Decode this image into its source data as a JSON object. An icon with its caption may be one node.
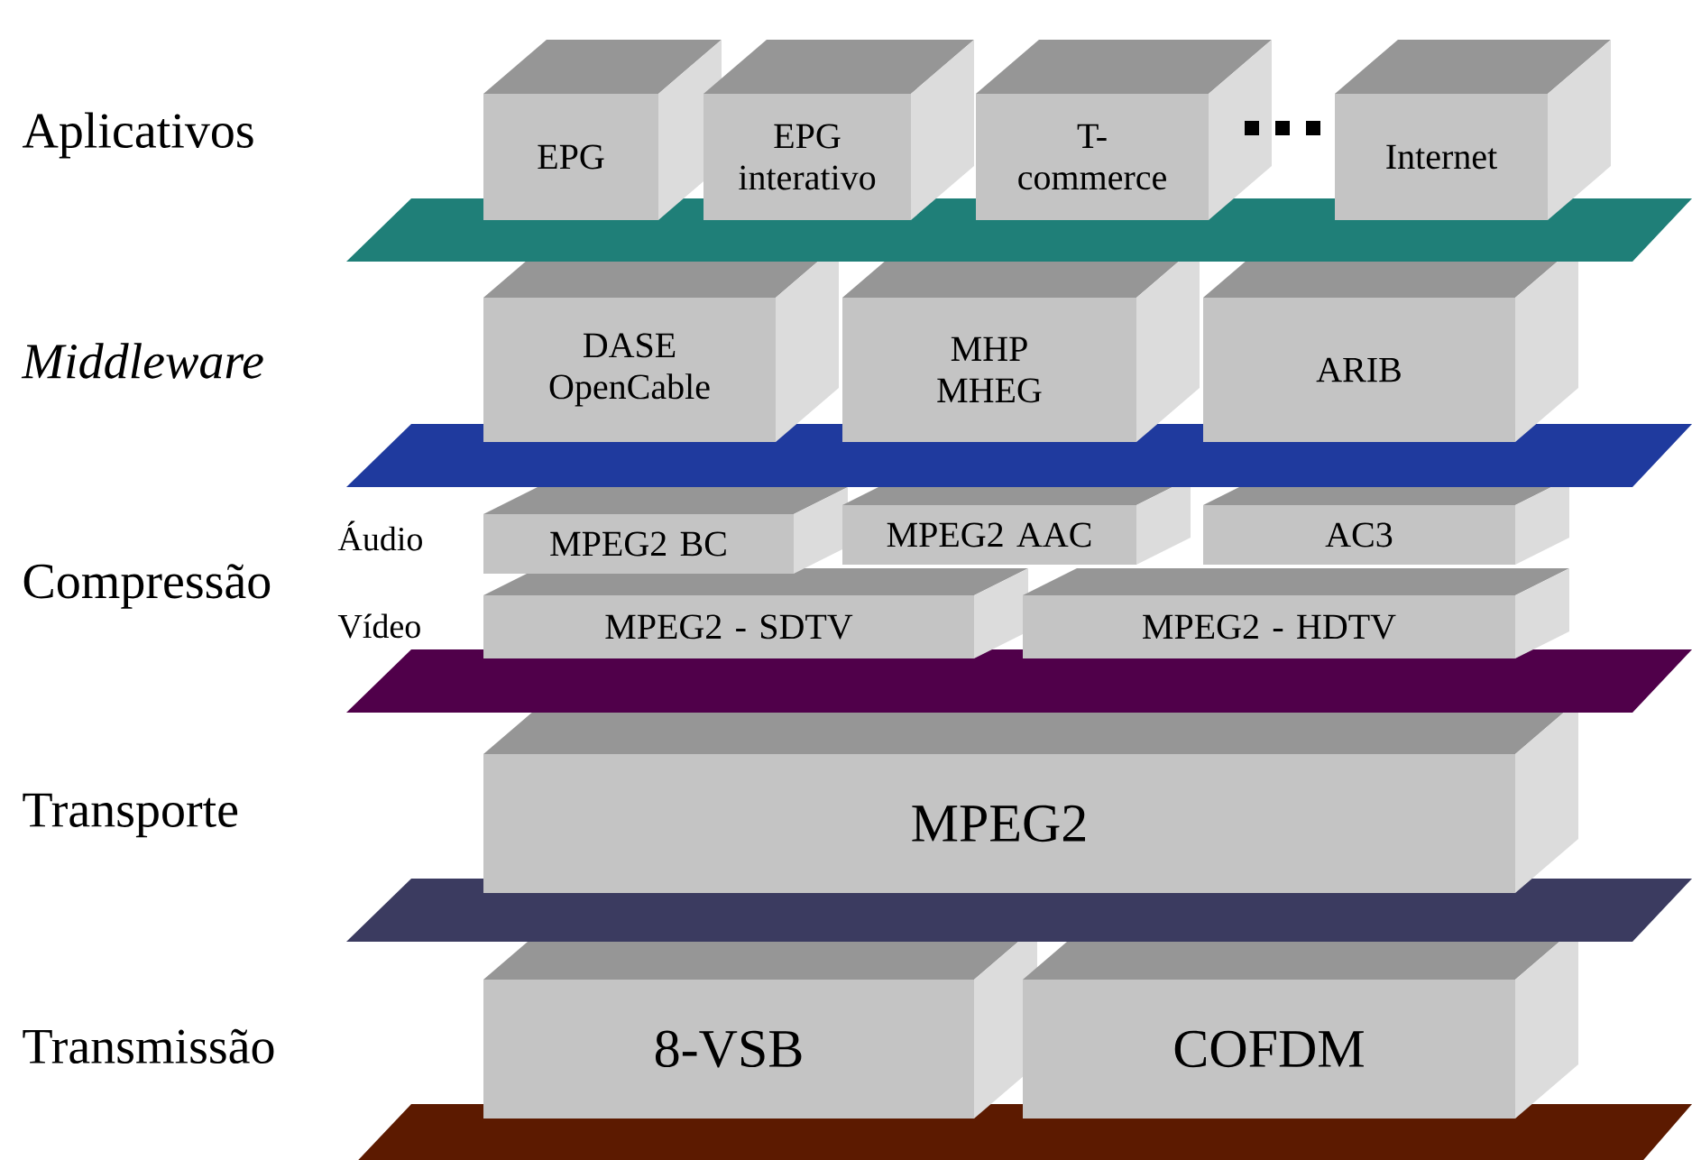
{
  "diagram": {
    "nodes": [
      {
        "text": [
          "EPG"
        ]
      },
      {
        "text": [
          "EPG interativo"
        ]
      },
      {
        "text": [
          "T-commerce"
        ]
      },
      {
        "text": [
          "Internet"
        ]
      },
      {
        "text": [
          "DASE OpenCable"
        ]
      },
      {
        "text": [
          "MHP MHEG"
        ]
      },
      {
        "text": [
          "ARIB"
        ]
      },
      {
        "text": [
          "MPEG2 BC"
        ]
      },
      {
        "text": [
          "MPEG2 AAC"
        ]
      },
      {
        "text": [
          "AC3"
        ]
      },
      {
        "text": [
          "MPEG2 - SDTV"
        ]
      },
      {
        "text": [
          "MPEG2 - HDTV"
        ]
      },
      {
        "text": [
          "MPEG2"
        ]
      },
      {
        "text": [
          "8-VSB"
        ]
      },
      {
        "text": [
          "COFDM"
        ]
      },
      {
        "text": [],
        "shape": "bar"
      },
      {
        "text": [],
        "shape": "bar"
      },
      {
        "text": [],
        "shape": "bar"
      },
      {
        "text": [],
        "shape": "bar"
      },
      {
        "text": [],
        "shape": "bar"
      }
    ],
    "labels": [
      "Aplicativos",
      "Middleware",
      "Áudio",
      "Compressão",
      "Vídeo",
      "Transporte",
      "Transmissão"
    ]
  }
}
